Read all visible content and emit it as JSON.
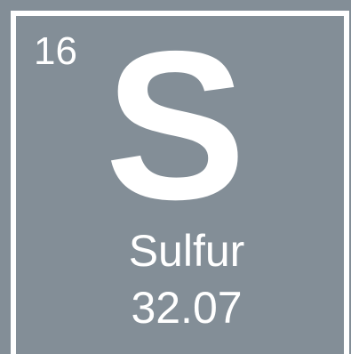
{
  "element": {
    "atomic_number": "16",
    "symbol": "S",
    "name": "Sulfur",
    "atomic_mass": "32.07"
  },
  "colors": {
    "tile_background": "#838e97",
    "text": "#ffffff",
    "frame": "#ffffff"
  }
}
